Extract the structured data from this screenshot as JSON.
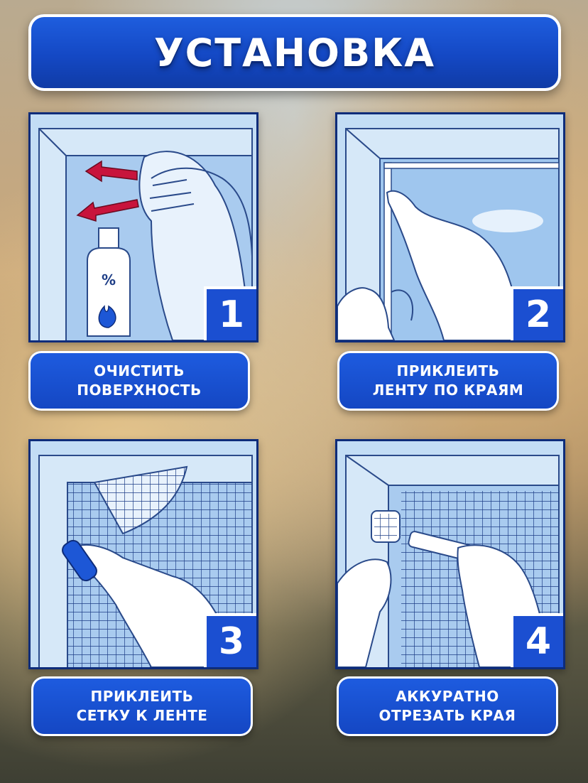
{
  "title": "УСТАНОВКА",
  "steps": [
    {
      "number": "1",
      "line1": "ОЧИСТИТЬ",
      "line2": "ПОВЕРХНОСТЬ",
      "bottle_label": "%"
    },
    {
      "number": "2",
      "line1": "ПРИКЛЕИТЬ",
      "line2": "ЛЕНТУ ПО КРАЯМ"
    },
    {
      "number": "3",
      "line1": "ПРИКЛЕИТЬ",
      "line2": "СЕТКУ К ЛЕНТЕ"
    },
    {
      "number": "4",
      "line1": "АККУРАТНО",
      "line2": "ОТРЕЗАТЬ КРАЯ"
    }
  ],
  "colors": {
    "accent": "#1b4fd1",
    "panel_bg": "#bcd8f3",
    "arrow": "#c8143c"
  },
  "icons": [
    "wipe-cloth-illustration",
    "tape-illustration",
    "mesh-illustration",
    "cutter-illustration"
  ]
}
